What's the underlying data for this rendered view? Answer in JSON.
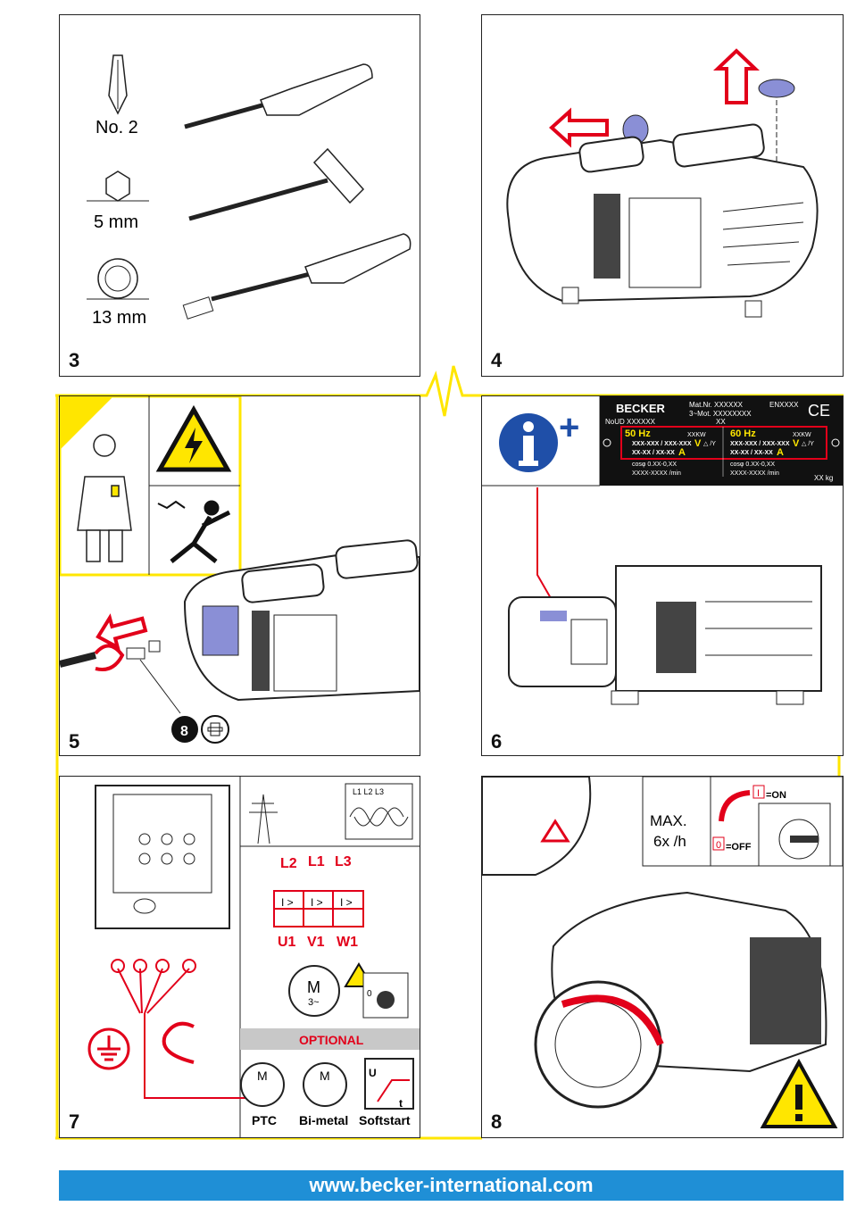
{
  "panels": {
    "p3": {
      "number": "3",
      "tools": [
        {
          "label": "No. 2"
        },
        {
          "label": "5 mm"
        },
        {
          "label": "13 mm"
        }
      ]
    },
    "p4": {
      "number": "4"
    },
    "p5": {
      "number": "5",
      "hex_size": "8"
    },
    "p6": {
      "number": "6",
      "nameplate": {
        "brand": "BECKER",
        "mat_nr": "Mat.Nr. XXXXXX",
        "en": "ENXXXX",
        "mot": "3~Mot. XXXXXXXX",
        "xx": "XX",
        "no": "NoUD XXXXXX",
        "hz50": "50 Hz",
        "hz60": "60 Hz",
        "kw50": "XXKW",
        "kw60": "XXKW",
        "volt50": "XXX-XXX / XXX-XXX",
        "volt60": "XXX-XXX / XXX-XXX",
        "v_unit": "V",
        "delta": "△ /Y",
        "amp50": "XX-XX / XX-XX",
        "amp60": "XX-XX / XX-XX",
        "a_unit": "A",
        "cos50": "cosφ 0.XX-0,XX",
        "cos60": "cosφ 0.XX-0,XX",
        "rpm50": "XXXX-XXXX /min",
        "rpm60": "XXXX-XXXX /min",
        "weight": "XX kg",
        "ce": "CE"
      }
    },
    "p7": {
      "number": "7",
      "phases": [
        "L2",
        "L1",
        "L3"
      ],
      "mains": "L1 L2 L3",
      "terminals": [
        "U1",
        "V1",
        "W1"
      ],
      "motor": "M",
      "motor_sub": "3~",
      "optional": "OPTIONAL",
      "options": [
        "PTC",
        "Bi-metal",
        "Softstart"
      ],
      "softstart_u": "U",
      "softstart_t": "t",
      "switch_0": "0"
    },
    "p8": {
      "number": "8",
      "max_line1": "MAX.",
      "max_line2": "6x /h",
      "on_label": "=ON",
      "off_label": "=OFF",
      "on_symbol": "I",
      "off_symbol": "0"
    }
  },
  "footer": {
    "url": "www.becker-international.com"
  },
  "colors": {
    "red": "#e2001a",
    "blue_accent": "#8a8fd6",
    "yellow": "#ffe600",
    "footer_blue": "#1f8fd6"
  }
}
